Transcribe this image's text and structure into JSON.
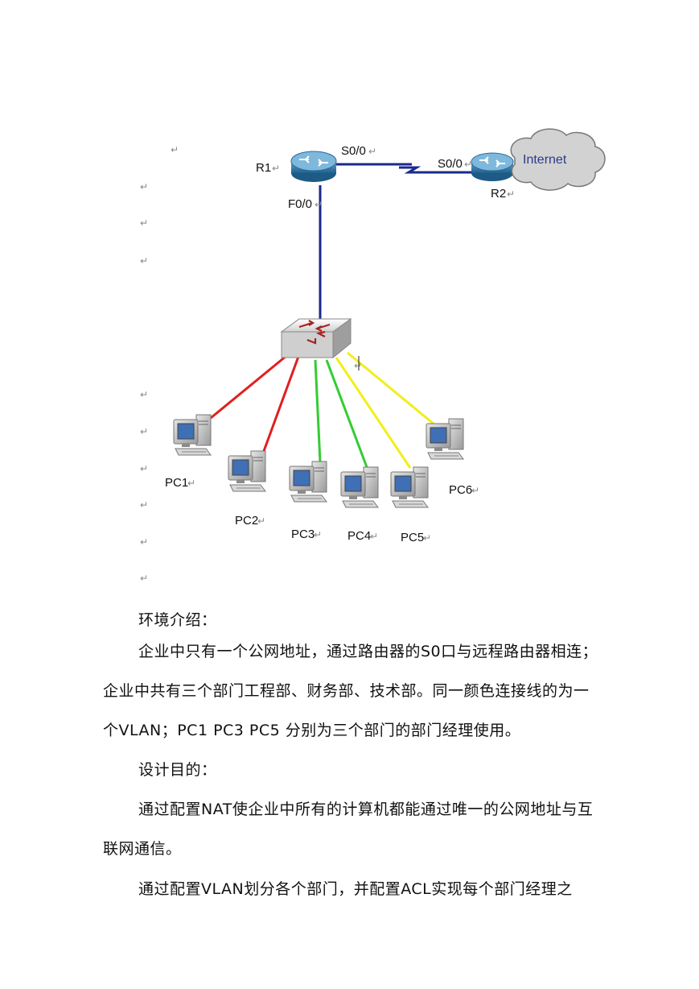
{
  "diagram": {
    "devices": {
      "r1": "R1",
      "r2": "R2",
      "cloud": "Internet",
      "pc1": "PC1",
      "pc2": "PC2",
      "pc3": "PC3",
      "pc4": "PC4",
      "pc5": "PC5",
      "pc6": "PC6"
    },
    "ports": {
      "r1_serial": "S0/0",
      "r2_serial": "S0/0",
      "r1_fast": "F0/0"
    },
    "colors": {
      "router_link": "#1a2a8c",
      "vlan_red": "#e0201e",
      "vlan_green": "#33cc33",
      "vlan_yellow": "#f2ee1c"
    }
  },
  "text": {
    "heading1": "环境介绍：",
    "para1": "企业中只有一个公网地址，通过路由器的S0口与远程路由器相连；企业中共有三个部门工程部、财务部、技术部。同一颜色连接线的为一个VLAN；PC1 PC3 PC5 分别为三个部门的部门经理使用。",
    "heading2": "设计目的：",
    "para2": "通过配置NAT使企业中所有的计算机都能通过唯一的公网地址与互联网通信。",
    "para3": "通过配置VLAN划分各个部门，并配置ACL实现每个部门经理之"
  }
}
